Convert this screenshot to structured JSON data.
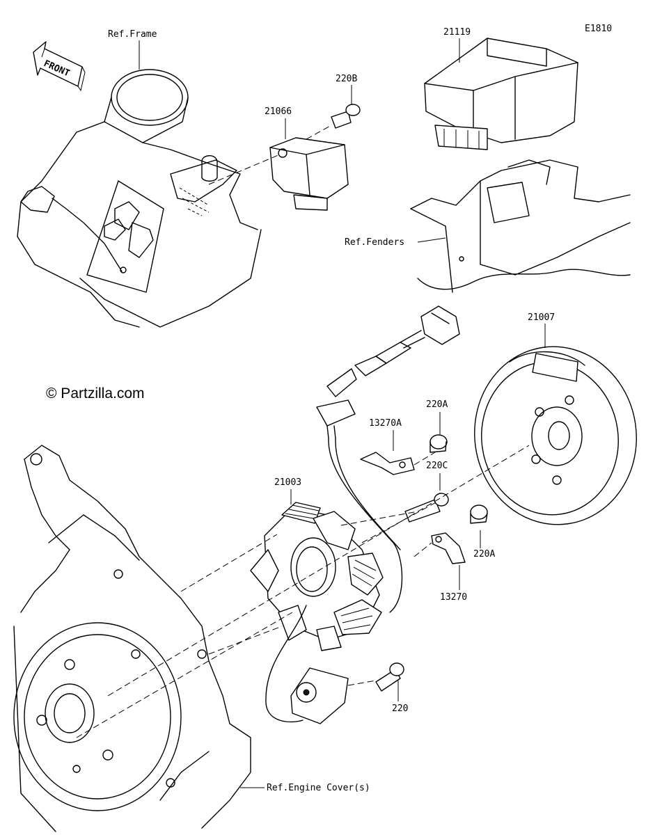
{
  "diagram_code": "E1810",
  "copyright": "© Partzilla.com",
  "front_arrow_label": "FRONT",
  "references": {
    "frame": "Ref.Frame",
    "fenders": "Ref.Fenders",
    "engine_cover": "Ref.Engine Cover(s)"
  },
  "parts": {
    "p21119": "21119",
    "p220B": "220B",
    "p21066": "21066",
    "p21007": "21007",
    "p220A_top": "220A",
    "p13270A": "13270A",
    "p220C": "220C",
    "p21003": "21003",
    "p220A_right": "220A",
    "p13270": "13270",
    "p220": "220"
  }
}
